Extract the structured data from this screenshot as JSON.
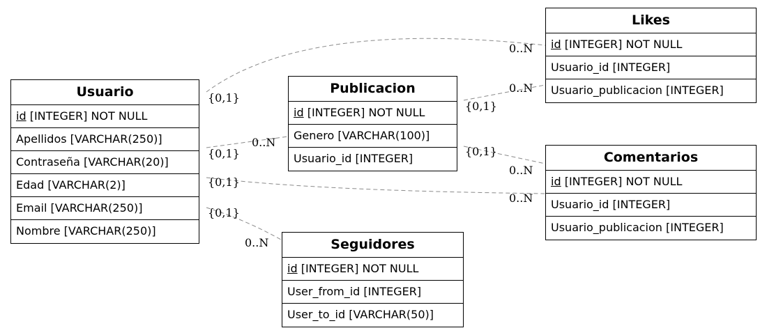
{
  "entities": {
    "usuario": {
      "title": "Usuario",
      "attributes": [
        {
          "pk": "id",
          "rest": " [INTEGER] NOT NULL"
        },
        {
          "text": "Apellidos [VARCHAR(250)]"
        },
        {
          "text": "Contraseña [VARCHAR(20)]"
        },
        {
          "text": "Edad [VARCHAR(2)]"
        },
        {
          "text": "Email [VARCHAR(250)]"
        },
        {
          "text": "Nombre [VARCHAR(250)]"
        }
      ]
    },
    "publicacion": {
      "title": "Publicacion",
      "attributes": [
        {
          "pk": "id",
          "rest": " [INTEGER] NOT NULL"
        },
        {
          "text": "Genero [VARCHAR(100)]"
        },
        {
          "text": "Usuario_id [INTEGER]"
        }
      ]
    },
    "likes": {
      "title": "Likes",
      "attributes": [
        {
          "pk": "id",
          "rest": " [INTEGER] NOT NULL"
        },
        {
          "text": "Usuario_id [INTEGER]"
        },
        {
          "text": "Usuario_publicacion [INTEGER]"
        }
      ]
    },
    "comentarios": {
      "title": "Comentarios",
      "attributes": [
        {
          "pk": "id",
          "rest": " [INTEGER] NOT NULL"
        },
        {
          "text": "Usuario_id [INTEGER]"
        },
        {
          "text": "Usuario_publicacion [INTEGER]"
        }
      ]
    },
    "seguidores": {
      "title": "Seguidores",
      "attributes": [
        {
          "pk": "id",
          "rest": " [INTEGER] NOT NULL"
        },
        {
          "text": "User_from_id [INTEGER]"
        },
        {
          "text": "User_to_id [VARCHAR(50)]"
        }
      ]
    }
  },
  "relationships": [
    {
      "from": "Usuario",
      "to": "Likes",
      "from_card": "{0,1}",
      "to_card": "0..N"
    },
    {
      "from": "Publicacion",
      "to": "Likes",
      "from_card": "{0,1}",
      "to_card": "0..N"
    },
    {
      "from": "Usuario",
      "to": "Publicacion",
      "from_card": "{0,1}",
      "to_card": "0..N"
    },
    {
      "from": "Publicacion",
      "to": "Comentarios",
      "from_card": "{0,1}",
      "to_card": "0..N"
    },
    {
      "from": "Usuario",
      "to": "Comentarios",
      "from_card": "{0,1}",
      "to_card": "0..N"
    },
    {
      "from": "Usuario",
      "to": "Seguidores",
      "from_card": "{0,1}",
      "to_card": "0..N"
    }
  ],
  "colors": {
    "connector": "#8a8a8a",
    "border": "#000000",
    "background": "#ffffff"
  }
}
